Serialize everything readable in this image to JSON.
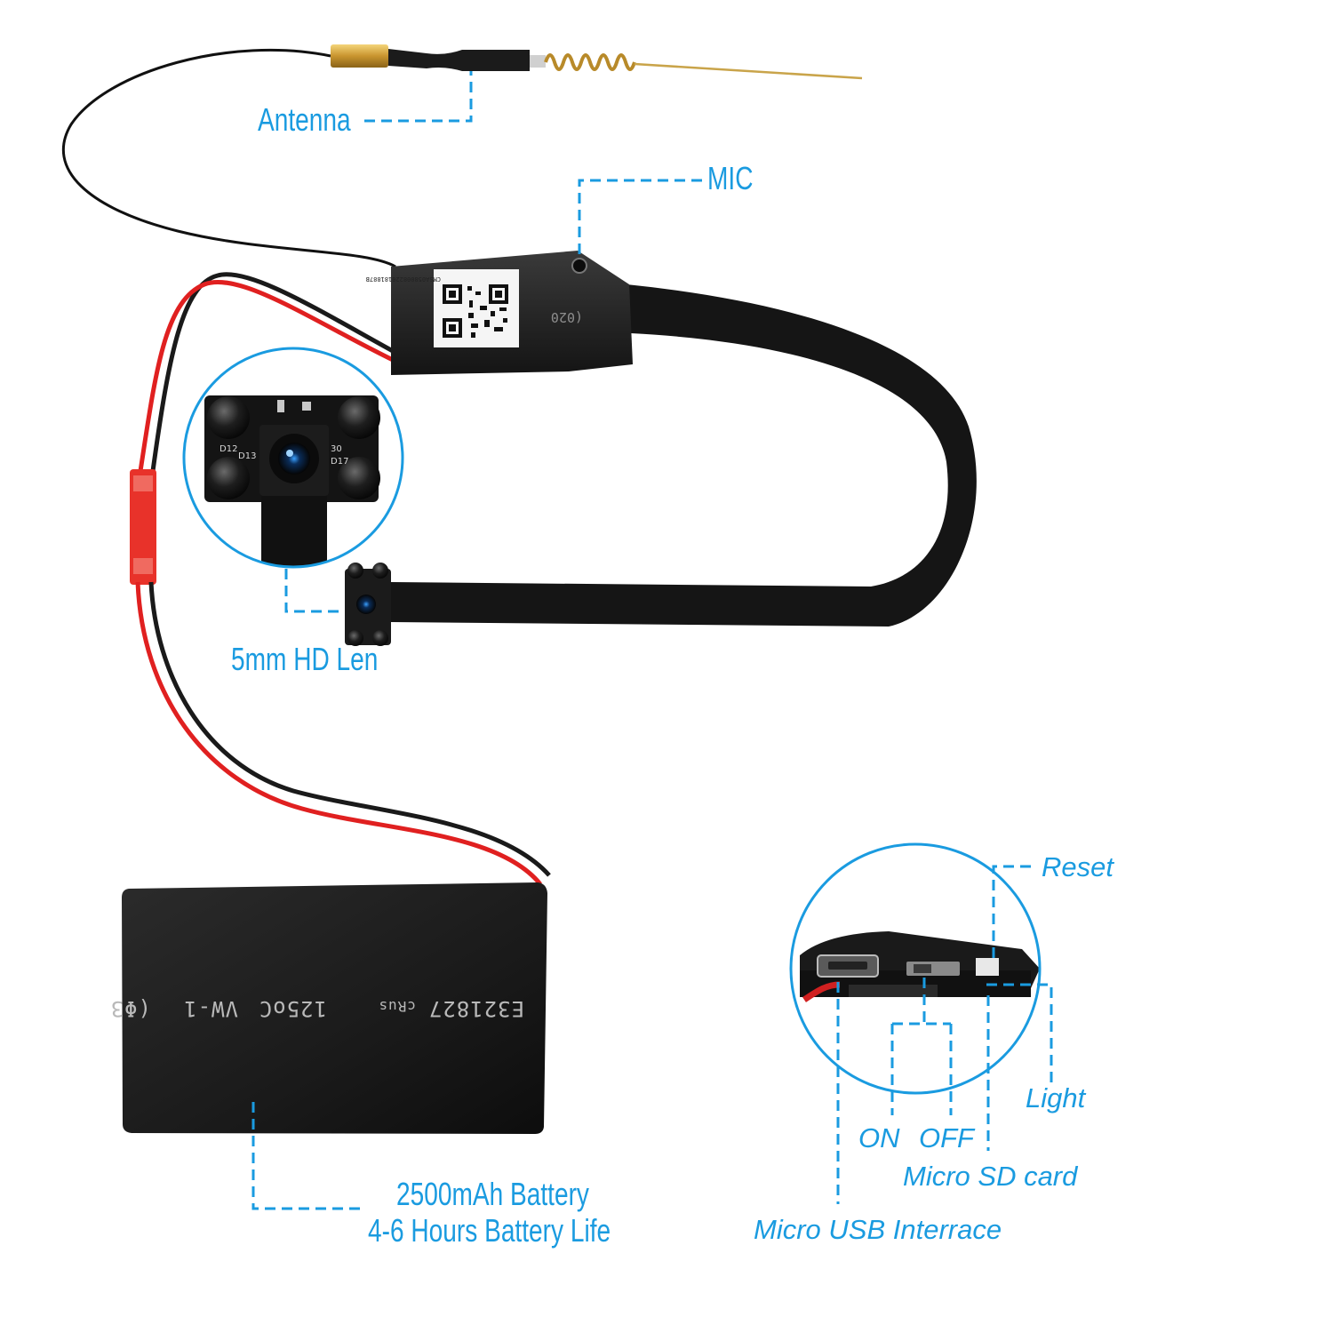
{
  "accent_color": "#1a9be0",
  "labels": {
    "antenna": "Antenna",
    "mic": "MIC",
    "lens": "5mm HD Len",
    "battery_capacity": "2500mAh Battery",
    "battery_life": "4-6 Hours Battery Life",
    "reset": "Reset",
    "light": "Light",
    "on": "ON",
    "off": "OFF",
    "micro_sd": "Micro SD card",
    "micro_usb": "Micro USB Interrace"
  },
  "battery_print": {
    "cert": "E321827",
    "ul": "cRus",
    "temp": "125oC",
    "vw": "VW-1",
    "phi": "(Φ3"
  },
  "module_print": {
    "code": "(020",
    "qr_text": "CMSA058008220181887B"
  },
  "pcb_marks": {
    "d12": "D12",
    "d13": "D13",
    "d17": "D17",
    "d30": "30"
  }
}
